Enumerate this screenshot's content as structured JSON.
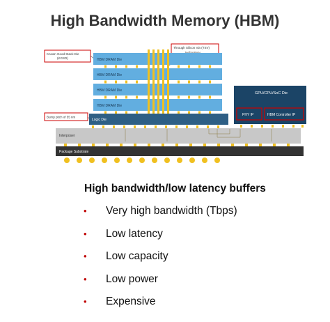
{
  "title": "High Bandwidth Memory (HBM)",
  "diagram": {
    "callouts": {
      "known_good_stack_die": [
        "Known Good Stack Die",
        "(KGSD)"
      ],
      "tsv": [
        "Through Silicon Via (TSV)",
        "technology"
      ],
      "bump_pitch": "Bump pitch of 55 nm"
    },
    "dram_dies": [
      "HBM DRAM Die",
      "HBM DRAM Die",
      "HBM DRAM Die",
      "HBM DRAM Die"
    ],
    "logic_die": "Logic Die",
    "gpu_die": "GPU/CPU/SoC Die",
    "phy_ip": "PHY IP",
    "controller_ip": "HBM Controller IP",
    "interposer": "Interposer",
    "package_substrate": "Package Substrate",
    "colors": {
      "dram_die": "#62aee0",
      "logic_die": "#2e5f85",
      "gpu_die": "#1b4466",
      "interposer": "#c8c8c8",
      "substrate": "#333333",
      "bump": "#f0c020",
      "callout_border": "#cc0000"
    }
  },
  "heading": "High bandwidth/low latency buffers",
  "bullets": [
    "Very high bandwidth (Tbps)",
    "Low latency",
    "Low capacity",
    "Low power",
    "Expensive"
  ]
}
